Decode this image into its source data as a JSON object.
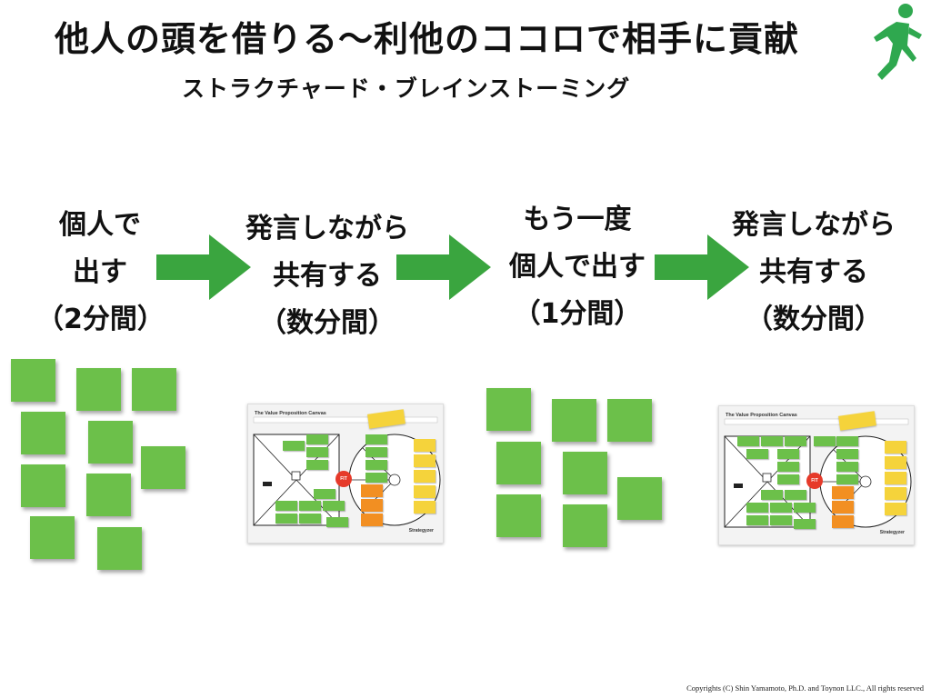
{
  "title": "他人の頭を借りる〜利他のココロで相手に貢献",
  "subtitle": "ストラクチャード・ブレインストーミング",
  "steps": [
    {
      "line1": "個人で",
      "line2": "出す",
      "line3": "（2分間）"
    },
    {
      "line1": "発言しながら",
      "line2": "共有する",
      "line3": "（数分間）"
    },
    {
      "line1": "もう一度",
      "line2": "個人で出す",
      "line3": "（1分間）"
    },
    {
      "line1": "発言しながら",
      "line2": "共有する",
      "line3": "（数分間）"
    }
  ],
  "canvas": {
    "title": "The Value Proposition Canvas",
    "fit_label": "FIT",
    "logo": "Strategyzer"
  },
  "copyright": "Copyrights (C) Shin Yamamoto, Ph.D. and Toynon LLC., All rights reserved",
  "colors": {
    "arrow": "#3aa53f",
    "sticky_note": "#6cc04a",
    "gain": "#f5d33b",
    "pain": "#f28f22",
    "fit": "#e63a2a",
    "runner": "#2fa84f"
  },
  "icons": {
    "runner": "running-person-icon",
    "arrow": "right-arrow-icon"
  }
}
